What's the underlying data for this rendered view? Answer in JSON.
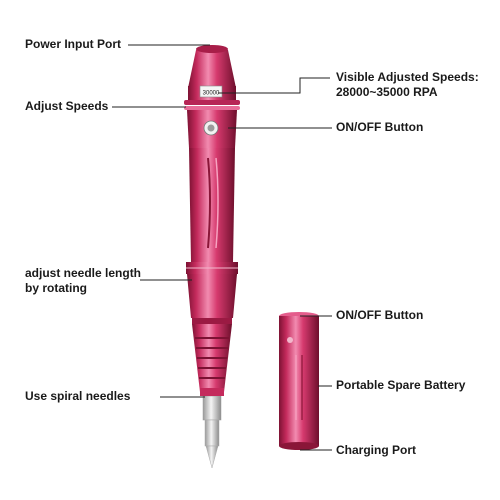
{
  "labels": {
    "power_input_port": "Power Input Port",
    "adjust_speeds": "Adjust Speeds",
    "adjust_needle_line1": "adjust needle length",
    "adjust_needle_line2": "by rotating",
    "use_spiral_needles": "Use spiral needles",
    "visible_speeds_line1": "Visible Adjusted Speeds:",
    "visible_speeds_line2": "28000~35000 RPA",
    "on_off_button_pen": "ON/OFF Button",
    "on_off_button_battery": "ON/OFF Button",
    "portable_spare_battery": "Portable Spare Battery",
    "charging_port": "Charging Port"
  },
  "pen_speed_display": "30000",
  "colors": {
    "body": "#d63a6e",
    "body_dark": "#8a1638",
    "body_light": "#f7a3c1",
    "needle": "#cfcfcf",
    "leader_line": "#222222"
  }
}
